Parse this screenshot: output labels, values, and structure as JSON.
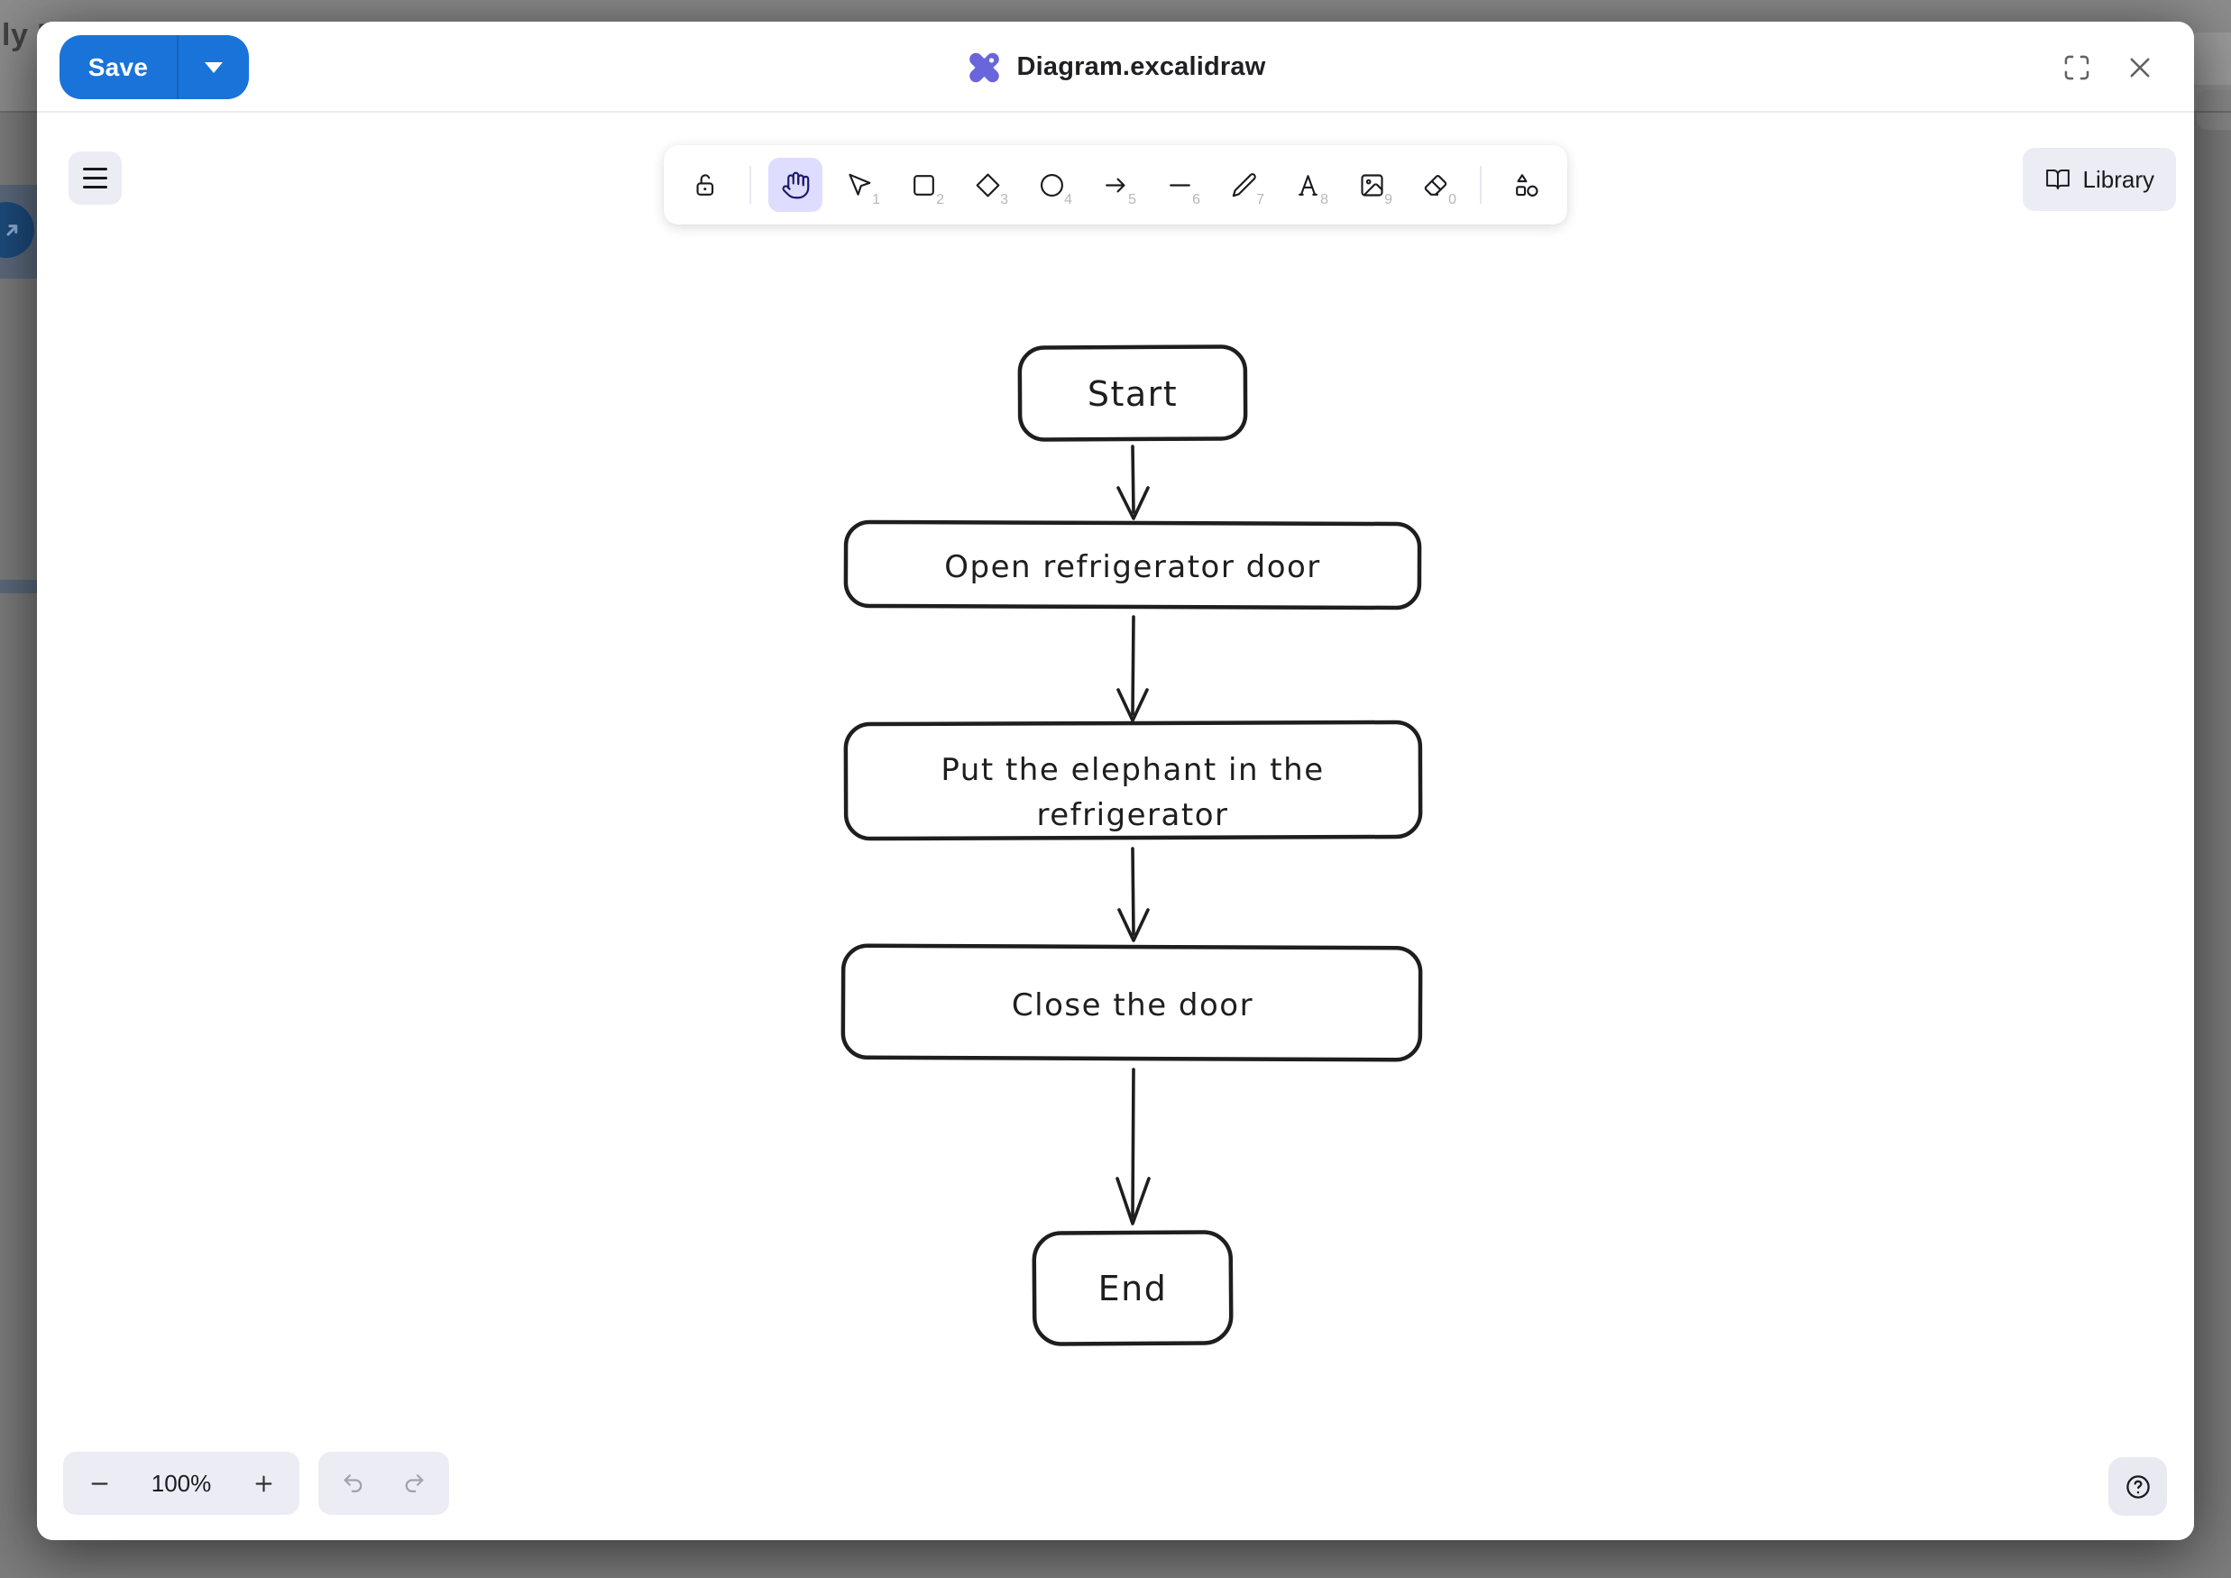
{
  "background": {
    "clipped_text": "ly F"
  },
  "modal": {
    "title": "Diagram.excalidraw",
    "save_button": {
      "label": "Save"
    }
  },
  "toolbar": {
    "tools": [
      {
        "name": "lock",
        "shortcut": ""
      },
      {
        "name": "hand",
        "shortcut": "",
        "selected": true
      },
      {
        "name": "selection",
        "shortcut": "1"
      },
      {
        "name": "rectangle",
        "shortcut": "2"
      },
      {
        "name": "diamond",
        "shortcut": "3"
      },
      {
        "name": "ellipse",
        "shortcut": "4"
      },
      {
        "name": "arrow",
        "shortcut": "5"
      },
      {
        "name": "line",
        "shortcut": "6"
      },
      {
        "name": "draw",
        "shortcut": "7"
      },
      {
        "name": "text",
        "shortcut": "8"
      },
      {
        "name": "image",
        "shortcut": "9"
      },
      {
        "name": "eraser",
        "shortcut": "0"
      },
      {
        "name": "more-shapes",
        "shortcut": ""
      }
    ],
    "library_label": "Library"
  },
  "diagram": {
    "type": "flowchart",
    "nodes": [
      {
        "id": "start",
        "label": "Start"
      },
      {
        "id": "open-door",
        "label": "Open refrigerator door"
      },
      {
        "id": "put-elephant",
        "line1": "Put the elephant in the",
        "line2": "refrigerator"
      },
      {
        "id": "close-door",
        "label": "Close the door"
      },
      {
        "id": "end",
        "label": "End"
      }
    ],
    "edges": [
      "start -> open-door",
      "open-door -> put-elephant",
      "put-elephant -> close-door",
      "close-door -> end"
    ]
  },
  "footer": {
    "zoom_value": "100%"
  },
  "colors": {
    "save_blue": "#1a73d9",
    "accent_purple": "#6965db",
    "selected_tool_bg": "#dedcff",
    "island_bg": "#ececf4",
    "stroke_dark": "#1e1e1e"
  }
}
